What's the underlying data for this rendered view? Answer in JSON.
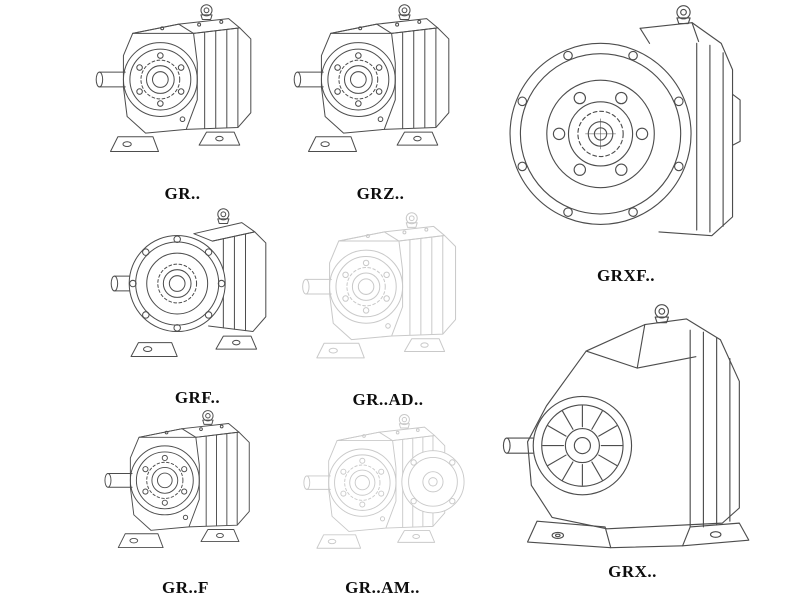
{
  "figures": {
    "gr": {
      "label": "GR.."
    },
    "grz": {
      "label": "GRZ.."
    },
    "grxf": {
      "label": "GRXF.."
    },
    "grf": {
      "label": "GRF.."
    },
    "grad": {
      "label": "GR..AD.."
    },
    "grf_foot": {
      "label": "GR..F"
    },
    "gram": {
      "label": "GR..AM.."
    },
    "grx": {
      "label": "GRX.."
    }
  },
  "colors": {
    "line": "#4d4d4d",
    "phantom": "#c9c9c9",
    "label": "#0d0d0d",
    "background": "#ffffff"
  }
}
